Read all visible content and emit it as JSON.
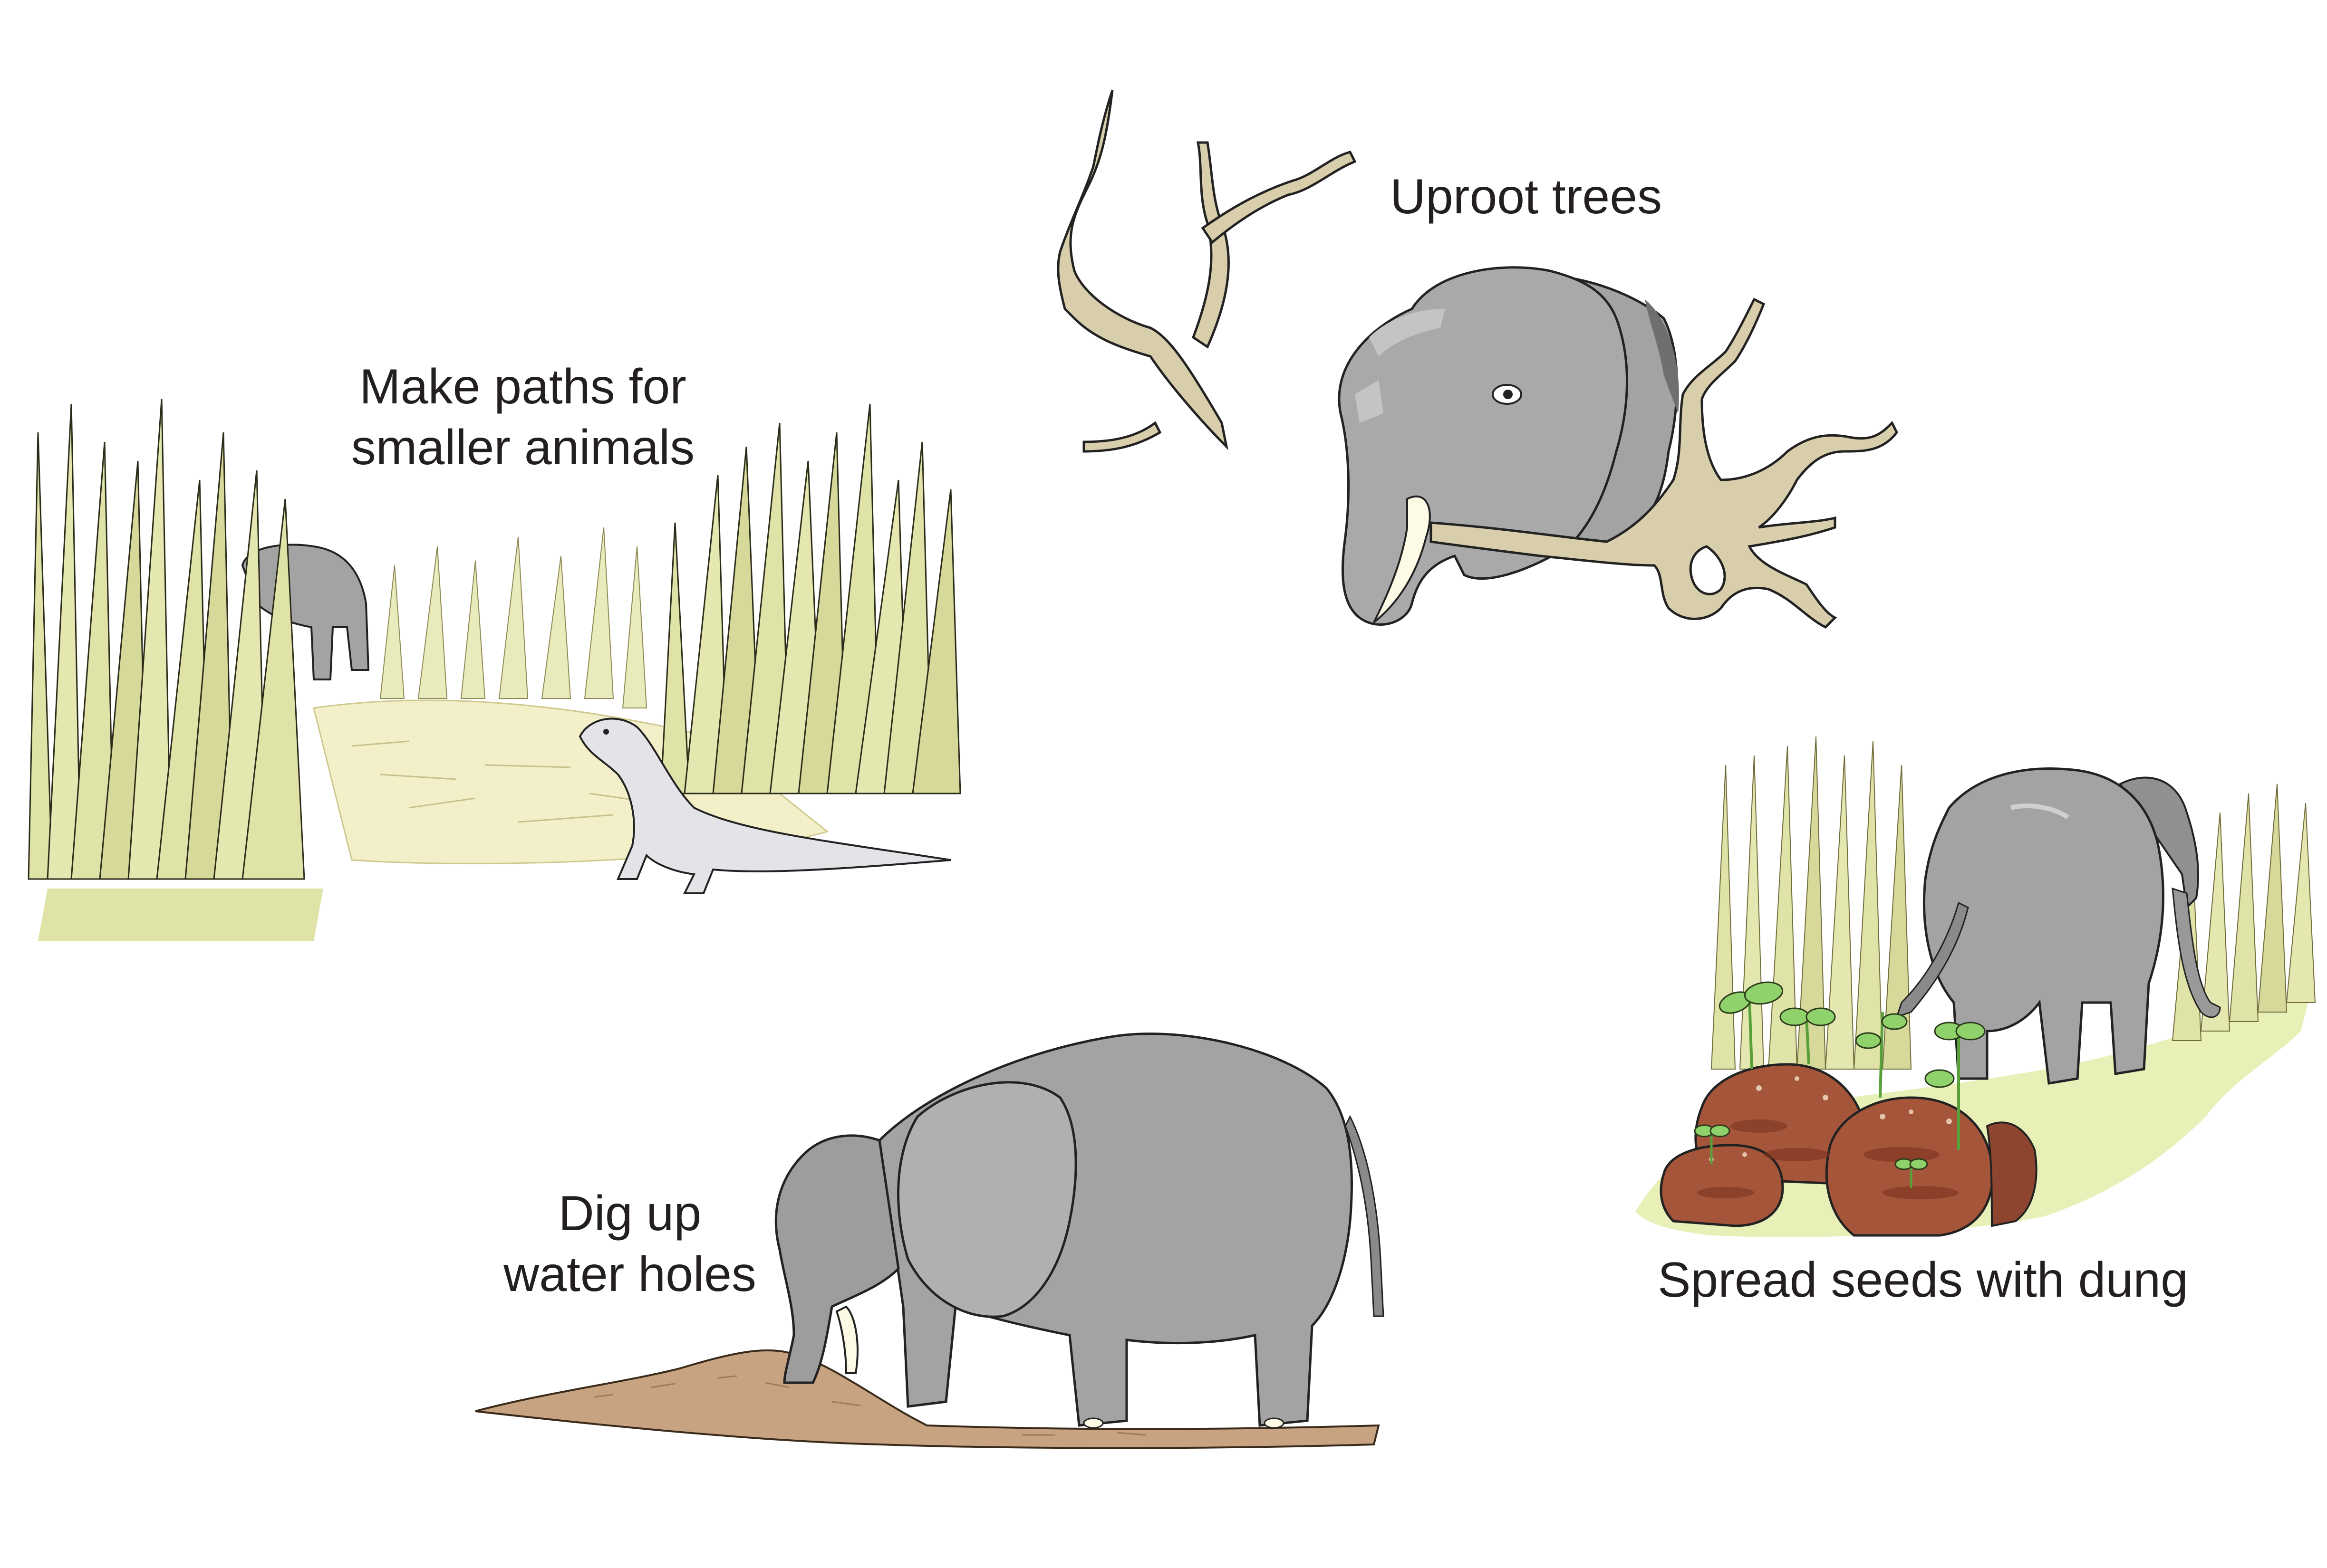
{
  "diagram": {
    "title": "",
    "background": "#ffffff",
    "text_color": "#231f20",
    "colors": {
      "elephant_gray": "#a3a3a3",
      "elephant_shadow": "#6f6f6f",
      "elephant_highlight": "#c4c4c4",
      "tusk": "#fdfbe6",
      "grass": "#dfe3a8",
      "grass_shadow": "#bfb87e",
      "path_ground": "#f3f0c9",
      "branch": "#d9ceab",
      "branch_shadow": "#a89d77",
      "dung": "#a4553a",
      "dung_dark": "#7d3320",
      "seedling": "#8fd16a",
      "soil": "#c7a382",
      "lizard": "#e3e3e8",
      "ground_patch": "#e8f0b8"
    },
    "panels": [
      {
        "id": "paths",
        "label_lines": [
          "Make paths for",
          "smaller animals"
        ],
        "illustration": "elephant-in-tall-grass-with-lizard"
      },
      {
        "id": "uproot",
        "label_lines": [
          "Uproot trees"
        ],
        "illustration": "elephant-head-holding-uprooted-tree"
      },
      {
        "id": "dig",
        "label_lines": [
          "Dig up",
          "water holes"
        ],
        "illustration": "elephant-digging-soil-mound"
      },
      {
        "id": "seeds",
        "label_lines": [
          "Spread seeds with dung"
        ],
        "illustration": "elephant-walking-away-past-dung-with-seedlings"
      }
    ]
  }
}
